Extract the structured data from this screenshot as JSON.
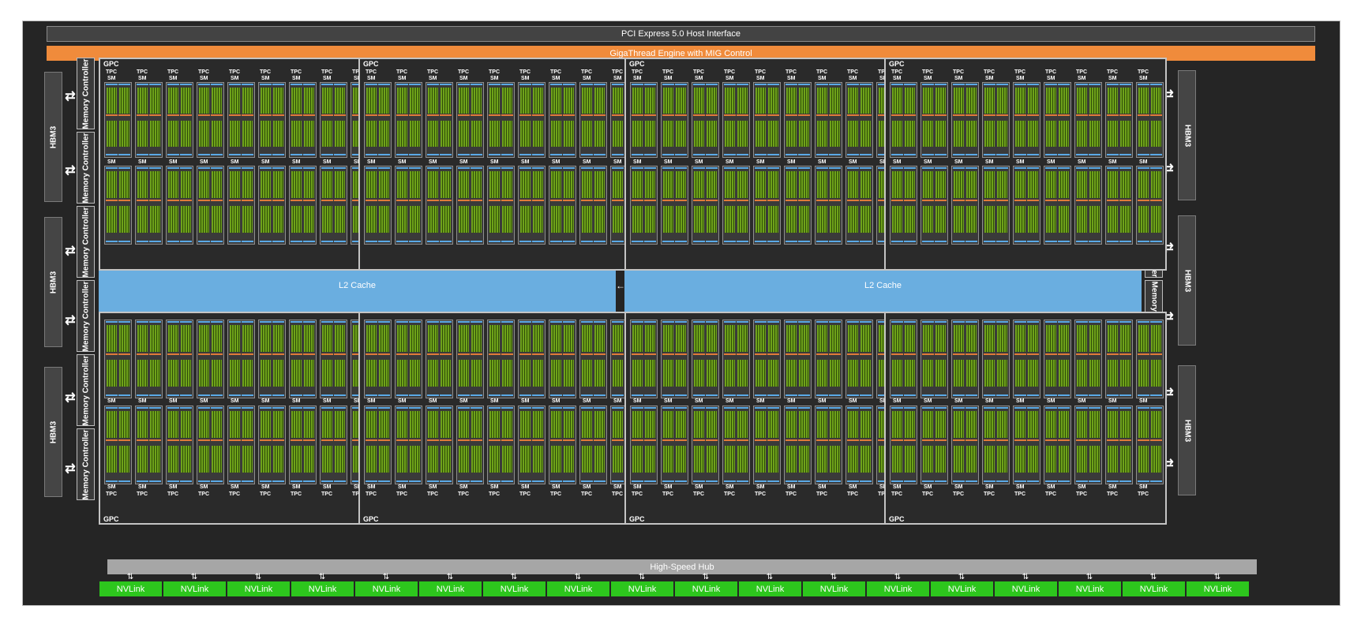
{
  "bus": {
    "pcie": "PCI Express 5.0 Host Interface",
    "giga_thread": "GigaThread Engine with MIG Control",
    "hub": "High-Speed Hub"
  },
  "hbm_label": "HBM3",
  "memory_controller_label": "Memory Controller",
  "gpc_label": "GPC",
  "tpc_label": "TPC",
  "sm_label": "SM",
  "l2_label": "L2 Cache",
  "nvlink_label": "NVLink",
  "interface_icon": "bidirectional-arrow-icon",
  "colors": {
    "pcie": "#434343",
    "giga_thread": "#f08b3b",
    "l2_cache": "#6aaee0",
    "nvlink": "#2dc61d",
    "hub": "#a6a6a6",
    "sm_core": "#6ea21a"
  }
}
